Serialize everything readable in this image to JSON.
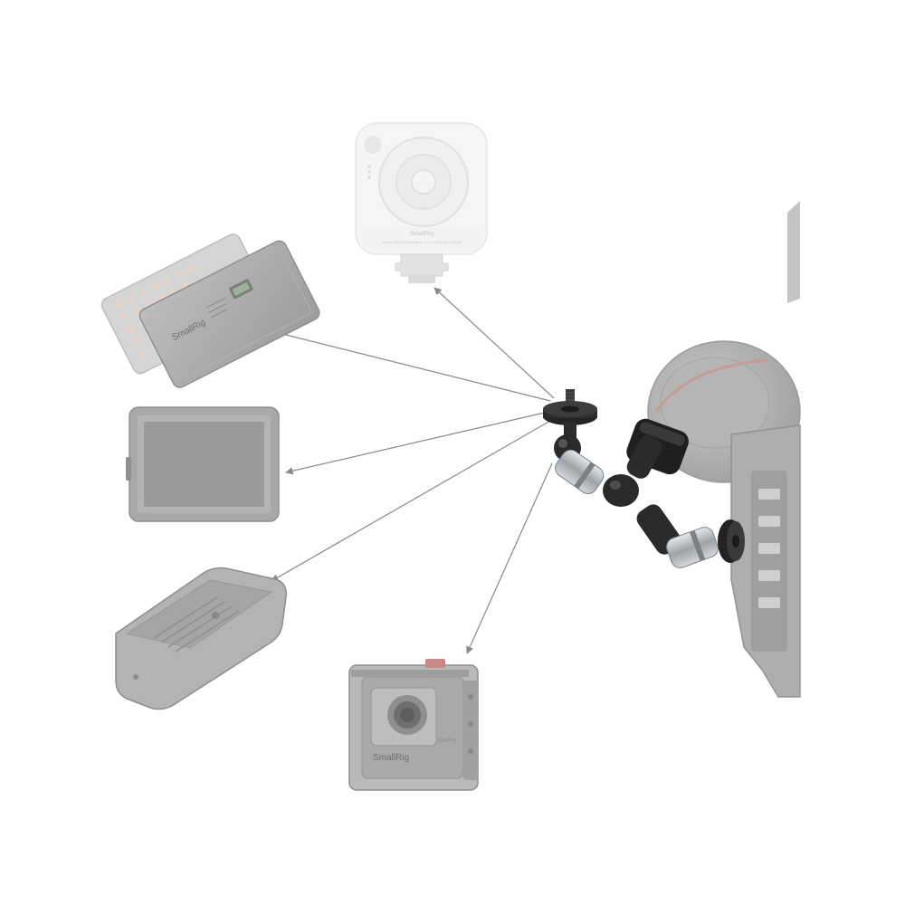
{
  "accessories": {
    "wireless_light": {
      "brand": "SmallRig",
      "model_text": "Model: RSx P100 Battery: 3.7V 2000mAh 6.29Wh"
    },
    "panel_light": {
      "brand": "SmallRig"
    },
    "action_cage": {
      "brand": "SmallRig",
      "device_label": "GoPro"
    }
  },
  "colors": {
    "arrow": "#8a8a8a",
    "accessory_gray": "#a9a9a9",
    "arm_dark": "#2a2a2a",
    "arm_silver": "#b8bcc0"
  }
}
